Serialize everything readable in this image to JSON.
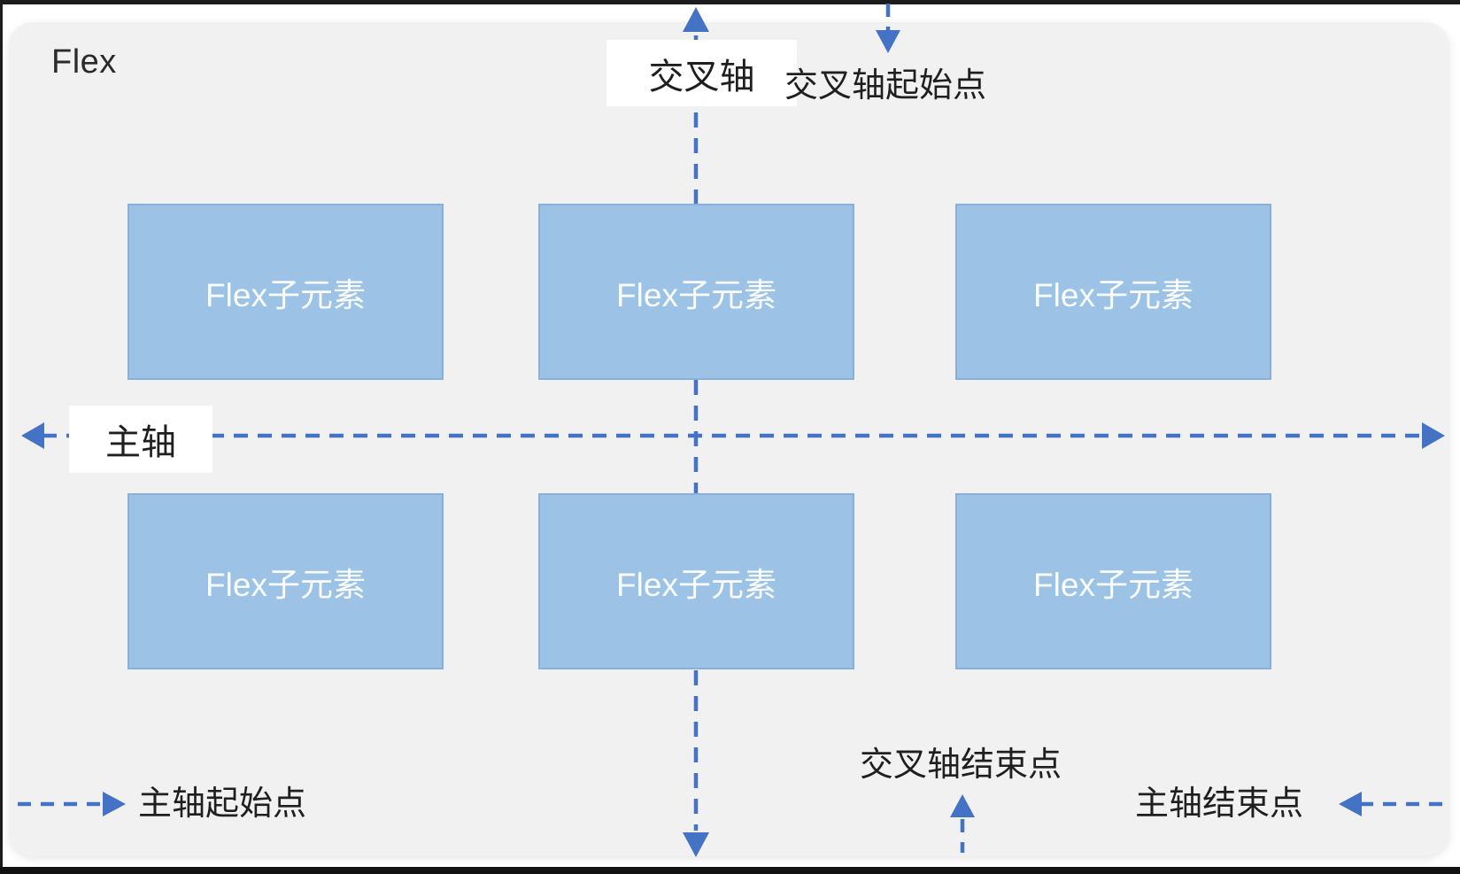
{
  "diagram": {
    "title": "Flex",
    "items": [
      "Flex子元素",
      "Flex子元素",
      "Flex子元素",
      "Flex子元素",
      "Flex子元素",
      "Flex子元素"
    ],
    "labels": {
      "cross_axis": "交叉轴",
      "main_axis": "主轴",
      "cross_axis_start": "交叉轴起始点",
      "cross_axis_end": "交叉轴结束点",
      "main_axis_start": "主轴起始点",
      "main_axis_end": "主轴结束点"
    },
    "colors": {
      "axis_blue": "#4472C4",
      "item_fill": "#9CC3E6",
      "item_border": "#8AB0DA",
      "item_text": "#FFFFFF",
      "container_bg": "#F1F1F1",
      "label_text": "#1F1F1F",
      "label_box_bg": "#FFFFFF"
    }
  }
}
